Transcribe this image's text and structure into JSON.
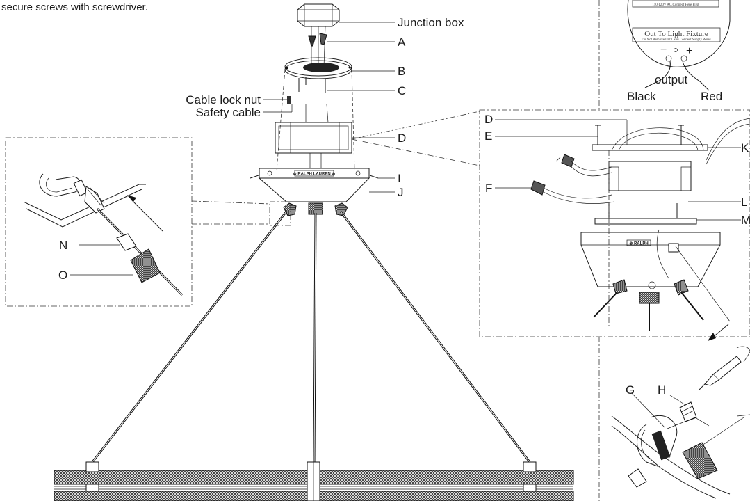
{
  "instruction": "secure screws with screwdriver.",
  "labels": {
    "junction_box": "Junction box",
    "a": "A",
    "b": "B",
    "c": "C",
    "cable_lock_nut": "Cable lock nut",
    "safety_cable": "Safety cable",
    "d": "D",
    "i": "I",
    "j": "J",
    "n": "N",
    "o": "O",
    "d2": "D",
    "e": "E",
    "k": "K",
    "f": "F",
    "l": "L",
    "m": "M",
    "g": "G",
    "h": "H",
    "output": "output",
    "black": "Black",
    "red": "Red"
  },
  "driver_panel": {
    "input_text": "110-120V AC,Connect Here First",
    "out_title": "Out To Light Fixture",
    "out_note": "Do Not Remove Until You Connect Supply Wires",
    "minus": "−",
    "plus": "+"
  },
  "brand_plate": "⊗ RALPH LAUREN ⊗",
  "brand_plate_small": "⊗ RALPH"
}
